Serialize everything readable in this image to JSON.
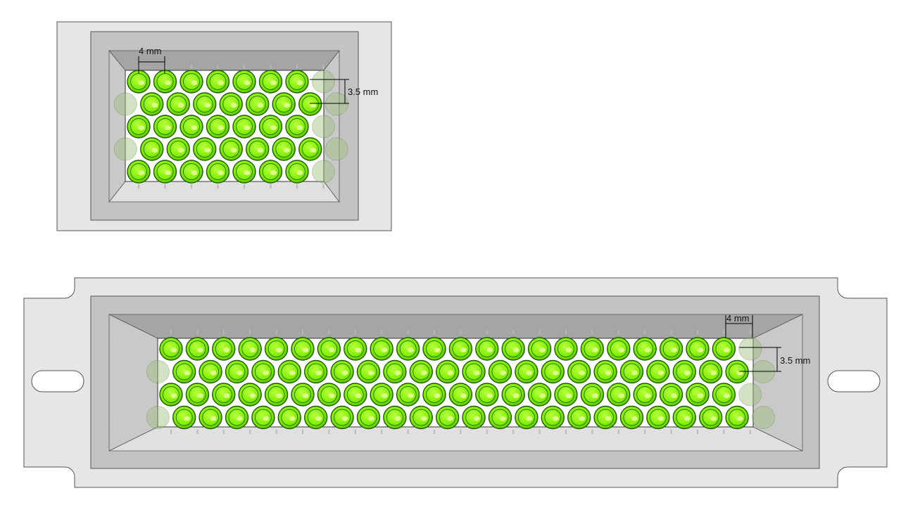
{
  "colors": {
    "led_fill": "#7fee00",
    "plate": "#e6e6e6",
    "frame": "#c3c3c3"
  },
  "panels": [
    {
      "id": "small-panel",
      "rows": 5,
      "cols": 8,
      "dimensions": {
        "pitch_label": "4 mm",
        "row_label": "3.5 mm"
      }
    },
    {
      "id": "large-panel",
      "rows": 4,
      "cols": 23,
      "dimensions": {
        "pitch_label": "4 mm",
        "row_label": "3.5 mm"
      }
    }
  ]
}
